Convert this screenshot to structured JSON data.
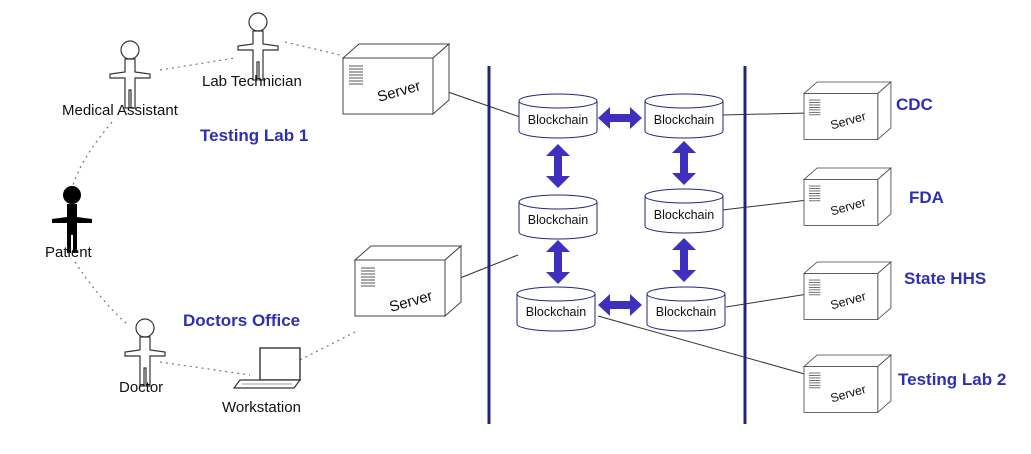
{
  "colors": {
    "accent": "#2f2fb4",
    "arrow": "#3f2fbf",
    "bar": "#22277a"
  },
  "people": {
    "lab_technician": "Lab Technician",
    "medical_assistant": "Medical Assistant",
    "patient": "Patient",
    "doctor": "Doctor"
  },
  "sites": {
    "testing_lab_1": "Testing Lab 1",
    "doctors_office": "Doctors Office",
    "cdc": "CDC",
    "fda": "FDA",
    "state_hhs": "State HHS",
    "testing_lab_2": "Testing Lab 2"
  },
  "devices": {
    "server": "Server",
    "workstation": "Workstation",
    "blockchain": "Blockchain"
  }
}
